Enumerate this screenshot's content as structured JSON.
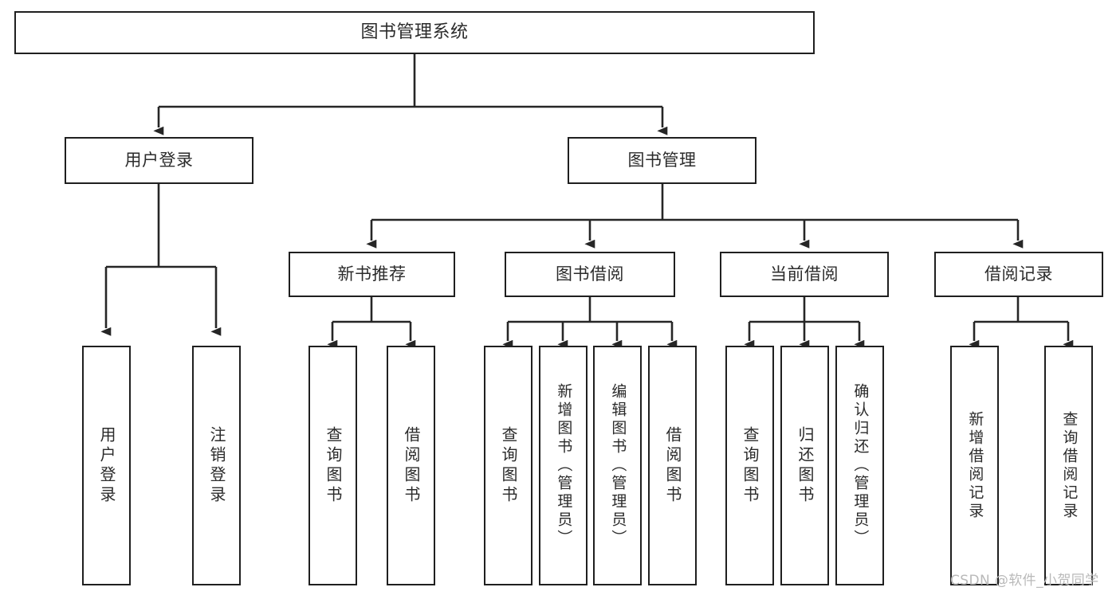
{
  "diagram": {
    "title": "图书管理系统",
    "type": "hierarchy-tree",
    "watermark": "CSDN @软件_小贺同学",
    "style": {
      "box_stroke": "#1f1f1f",
      "box_fill": "#ffffff",
      "connector_stroke": "#262626",
      "text_color": "#2b2b2b",
      "background": "#ffffff",
      "watermark_color": "#b9b9b9"
    },
    "nodes": {
      "root": {
        "label": "图书管理系统",
        "level": 0,
        "orientation": "horizontal"
      },
      "l1": [
        {
          "id": "user_login",
          "label": "用户登录",
          "orientation": "horizontal"
        },
        {
          "id": "book_mgmt",
          "label": "图书管理",
          "orientation": "horizontal"
        }
      ],
      "l2": [
        {
          "id": "new_book_rec",
          "label": "新书推荐",
          "parent": "book_mgmt",
          "orientation": "horizontal"
        },
        {
          "id": "book_borrow",
          "label": "图书借阅",
          "parent": "book_mgmt",
          "orientation": "horizontal"
        },
        {
          "id": "current_borrow",
          "label": "当前借阅",
          "parent": "book_mgmt",
          "orientation": "horizontal"
        },
        {
          "id": "borrow_record",
          "label": "借阅记录",
          "parent": "book_mgmt",
          "orientation": "horizontal"
        }
      ],
      "leaves": [
        {
          "id": "leaf_user_login",
          "label": "用户登录",
          "parent": "user_login",
          "orientation": "vertical"
        },
        {
          "id": "leaf_user_logout",
          "label": "注销登录",
          "parent": "user_login",
          "orientation": "vertical"
        },
        {
          "id": "leaf_query_book_1",
          "label": "查询图书",
          "parent": "new_book_rec",
          "orientation": "vertical"
        },
        {
          "id": "leaf_borrow_book_1",
          "label": "借阅图书",
          "parent": "new_book_rec",
          "orientation": "vertical"
        },
        {
          "id": "leaf_query_book_2",
          "label": "查询图书",
          "parent": "book_borrow",
          "orientation": "vertical"
        },
        {
          "id": "leaf_add_book",
          "label": "新增图书（管理员）",
          "parent": "book_borrow",
          "orientation": "vertical"
        },
        {
          "id": "leaf_edit_book",
          "label": "编辑图书（管理员）",
          "parent": "book_borrow",
          "orientation": "vertical"
        },
        {
          "id": "leaf_borrow_book_2",
          "label": "借阅图书",
          "parent": "book_borrow",
          "orientation": "vertical"
        },
        {
          "id": "leaf_query_book_3",
          "label": "查询图书",
          "parent": "current_borrow",
          "orientation": "vertical"
        },
        {
          "id": "leaf_return_book",
          "label": "归还图书",
          "parent": "current_borrow",
          "orientation": "vertical"
        },
        {
          "id": "leaf_confirm_return",
          "label": "确认归还（管理员）",
          "parent": "current_borrow",
          "orientation": "vertical"
        },
        {
          "id": "leaf_add_record",
          "label": "新增借阅记录",
          "parent": "borrow_record",
          "orientation": "vertical"
        },
        {
          "id": "leaf_query_record",
          "label": "查询借阅记录",
          "parent": "borrow_record",
          "orientation": "vertical"
        }
      ]
    }
  }
}
